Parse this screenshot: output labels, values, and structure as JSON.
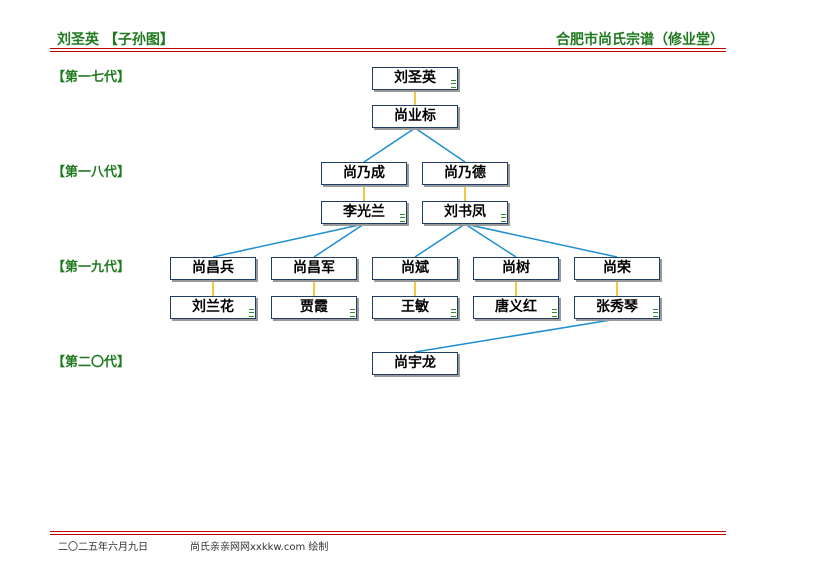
{
  "header": {
    "left_title": "刘圣英 【子孙图】",
    "right_title": "合肥市尚氏宗谱（修业堂）"
  },
  "generations": [
    "【第一七代】",
    "【第一八代】",
    "【第一九代】",
    "【第二〇代】"
  ],
  "tree": {
    "nodes": [
      {
        "id": "n1",
        "name": "刘圣英"
      },
      {
        "id": "n2",
        "name": "尚业标"
      },
      {
        "id": "n3",
        "name": "尚乃成"
      },
      {
        "id": "n4",
        "name": "尚乃德"
      },
      {
        "id": "n5",
        "name": "李光兰"
      },
      {
        "id": "n6",
        "name": "刘书凤"
      },
      {
        "id": "n7",
        "name": "尚昌兵"
      },
      {
        "id": "n8",
        "name": "尚昌军"
      },
      {
        "id": "n9",
        "name": "尚斌"
      },
      {
        "id": "n10",
        "name": "尚树"
      },
      {
        "id": "n11",
        "name": "尚荣"
      },
      {
        "id": "n12",
        "name": "刘兰花"
      },
      {
        "id": "n13",
        "name": "贾霞"
      },
      {
        "id": "n14",
        "name": "王敏"
      },
      {
        "id": "n15",
        "name": "唐义红"
      },
      {
        "id": "n16",
        "name": "张秀琴"
      },
      {
        "id": "n17",
        "name": "尚宇龙"
      }
    ],
    "marriage_links": [
      [
        "n1",
        "n2"
      ],
      [
        "n3",
        "n5"
      ],
      [
        "n4",
        "n6"
      ],
      [
        "n7",
        "n12"
      ],
      [
        "n8",
        "n13"
      ],
      [
        "n9",
        "n14"
      ],
      [
        "n10",
        "n15"
      ],
      [
        "n11",
        "n16"
      ]
    ],
    "descent_links": [
      [
        "n2",
        "n3"
      ],
      [
        "n2",
        "n4"
      ],
      [
        "n5",
        "n7"
      ],
      [
        "n5",
        "n8"
      ],
      [
        "n6",
        "n9"
      ],
      [
        "n6",
        "n10"
      ],
      [
        "n6",
        "n11"
      ],
      [
        "n16",
        "n17"
      ]
    ],
    "colors": {
      "marriage": "#f0b400",
      "descent": "#1e8fd0",
      "node_border": "#1f3d66",
      "marker": "#2e8b2e"
    }
  },
  "footer": {
    "date": "二〇二五年六月九日",
    "credit": "尚氏亲亲网网xxkkw.com 绘制"
  }
}
